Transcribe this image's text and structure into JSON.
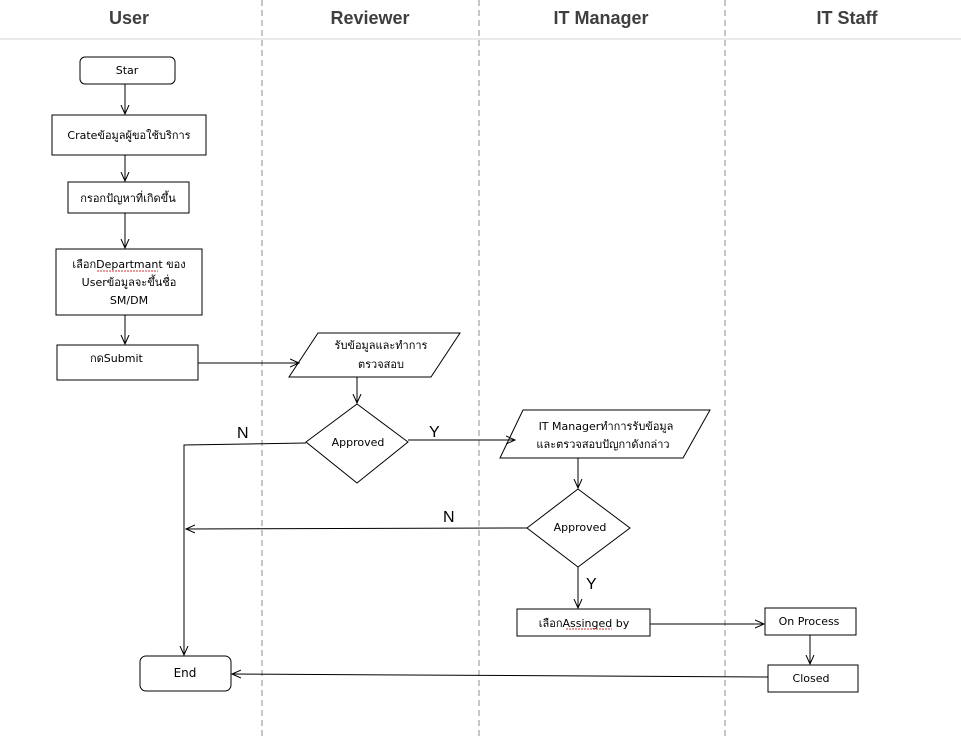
{
  "lanes": [
    {
      "title": "User"
    },
    {
      "title": "Reviewer"
    },
    {
      "title": "IT Manager"
    },
    {
      "title": "IT Staff"
    }
  ],
  "nodes": {
    "start": {
      "label": "Star"
    },
    "create": {
      "label": "Crateข้อมูลผู้ขอใช้บริการ"
    },
    "fill_problem": {
      "label": "กรอกปัญหาที่เกิดขึ้น"
    },
    "select_dept": {
      "lines": [
        "เลือกDepartmant ของ",
        "Userข้อมูลจะขึ้นชื่อ",
        "SM/DM"
      ]
    },
    "submit": {
      "label": "กดSubmit"
    },
    "reviewer_check": {
      "lines": [
        "รับข้อมูลและทำการ",
        "ตรวจสอบ"
      ]
    },
    "reviewer_decision": {
      "label": "Approved"
    },
    "manager_check": {
      "lines": [
        "IT Managerทำการรับข้อมูล",
        "และตรวจสอบปัญกาดังกล่าว"
      ]
    },
    "manager_decision": {
      "label": "Approved"
    },
    "assign": {
      "label": "เลือกAssinged by"
    },
    "on_process": {
      "label": "On Process"
    },
    "closed": {
      "label": "Closed"
    },
    "end": {
      "label": "End"
    }
  },
  "edge_labels": {
    "reviewer_no": "N",
    "reviewer_yes": "Y",
    "manager_no": "N",
    "manager_yes": "Y"
  }
}
